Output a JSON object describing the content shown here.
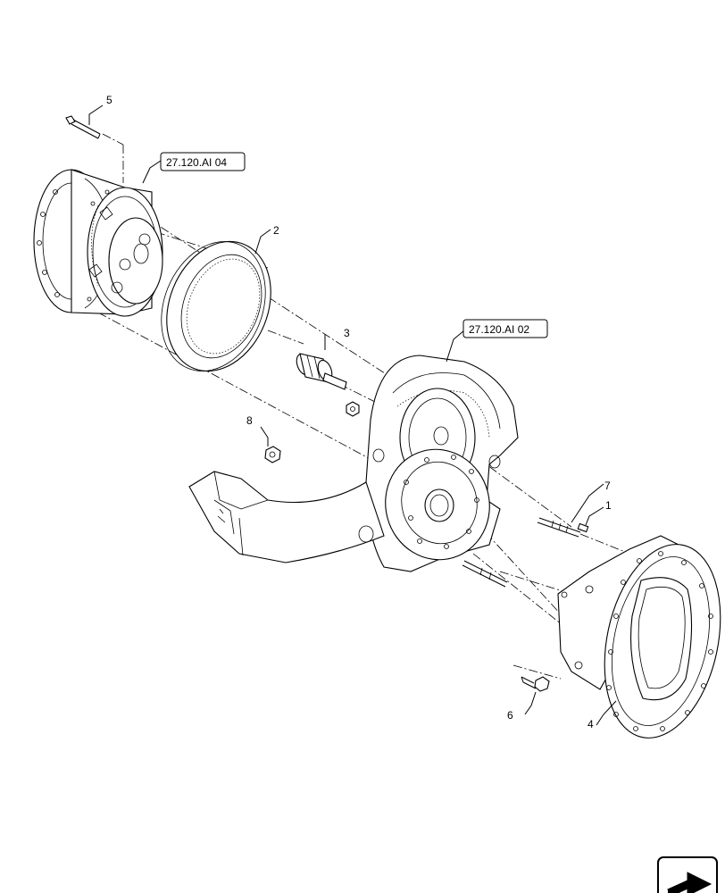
{
  "callouts": {
    "c1": "1",
    "c2": "2",
    "c3": "3",
    "c4": "4",
    "c5": "5",
    "c6": "6",
    "c7": "7",
    "c8": "8"
  },
  "references": {
    "ref_planetary": "27.120.AI 04",
    "ref_housing": "27.120.AI 02"
  },
  "nav_icon": "return-arrow-icon"
}
